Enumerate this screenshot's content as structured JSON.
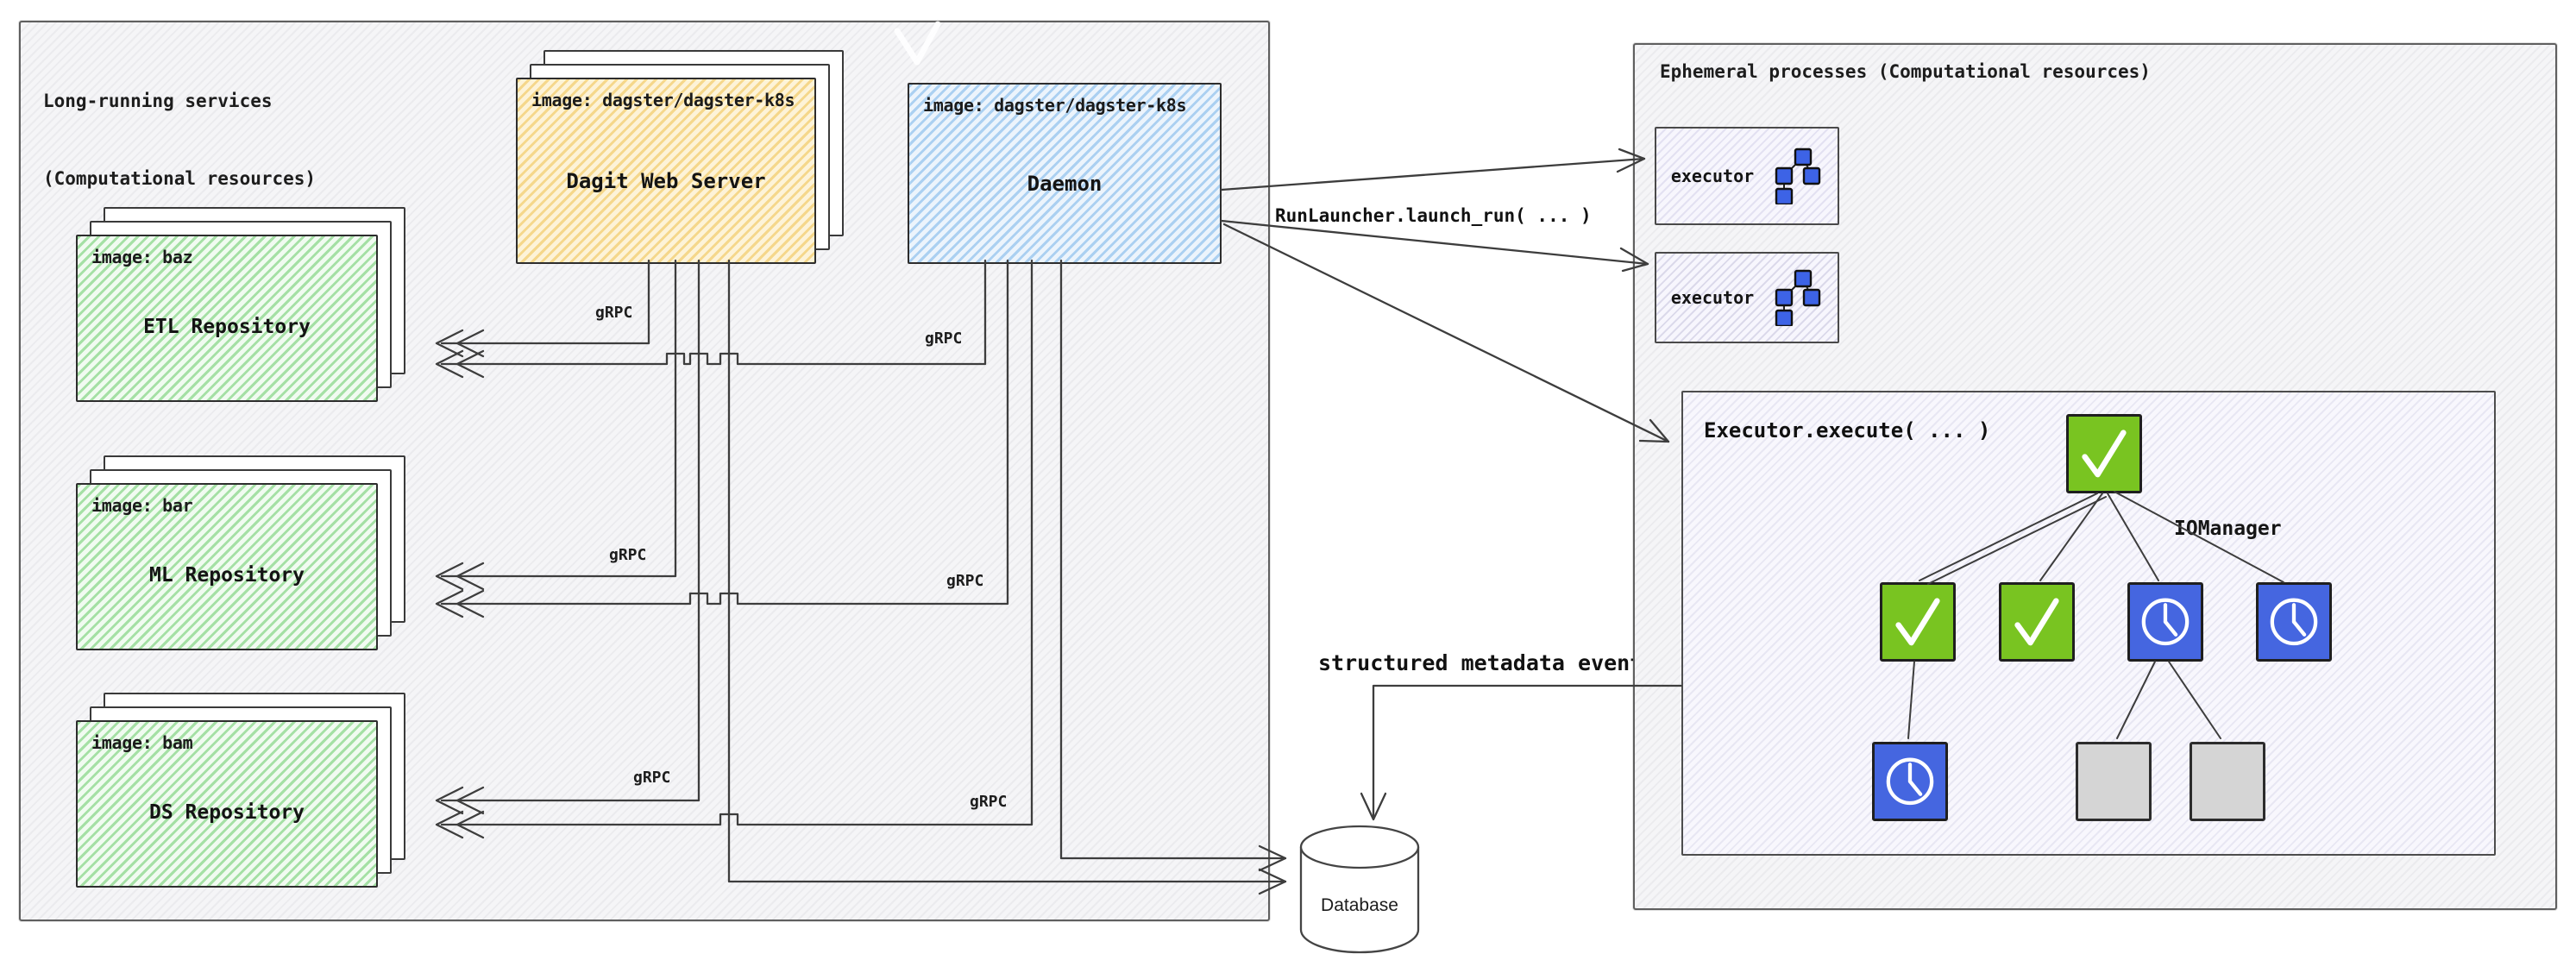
{
  "colors": {
    "panel-border": "#5f5f5f",
    "wire": "#3d3d3d",
    "yellow-stripe": "#f5d78b",
    "yellow-bg": "#fdf3d8",
    "blue-stripe": "#abd0f1",
    "blue-bg": "#ecf4fc",
    "green-stripe": "#a5e0a5",
    "green-bg": "#f1fbf1",
    "lavender-bg": "#f7f6fd",
    "green-node": "#79c421",
    "blue-node": "#4566e0",
    "gray-node": "#d5d5d5",
    "icon-blue": "#3d63e6"
  },
  "left_panel": {
    "title_line1": "Long-running services",
    "title_line2": "(Computational resources)",
    "dagit": {
      "image_label": "image: dagster/dagster-k8s",
      "name": "Dagit Web Server"
    },
    "daemon": {
      "image_label": "image: dagster/dagster-k8s",
      "name": "Daemon"
    },
    "repos": [
      {
        "image_label": "image: baz",
        "name": "ETL Repository"
      },
      {
        "image_label": "image: bar",
        "name": "ML Repository"
      },
      {
        "image_label": "image: bam",
        "name": "DS Repository"
      }
    ],
    "grpc_label": "gRPC"
  },
  "right_panel": {
    "title": "Ephemeral processes (Computational resources)",
    "executor_label": "executor",
    "exec_box": {
      "title": "Executor.execute( ... )",
      "iomanager_label": "IOManager",
      "nodes": {
        "row1": [
          "check-green"
        ],
        "row2": [
          "check-green",
          "check-green",
          "clock-blue",
          "clock-blue"
        ],
        "row3": [
          "clock-blue",
          "empty-gray",
          "empty-gray"
        ]
      }
    }
  },
  "flow": {
    "runlauncher_label": "RunLauncher.launch_run( ... )",
    "metadata_label": "structured metadata events",
    "database_label": "Database"
  }
}
